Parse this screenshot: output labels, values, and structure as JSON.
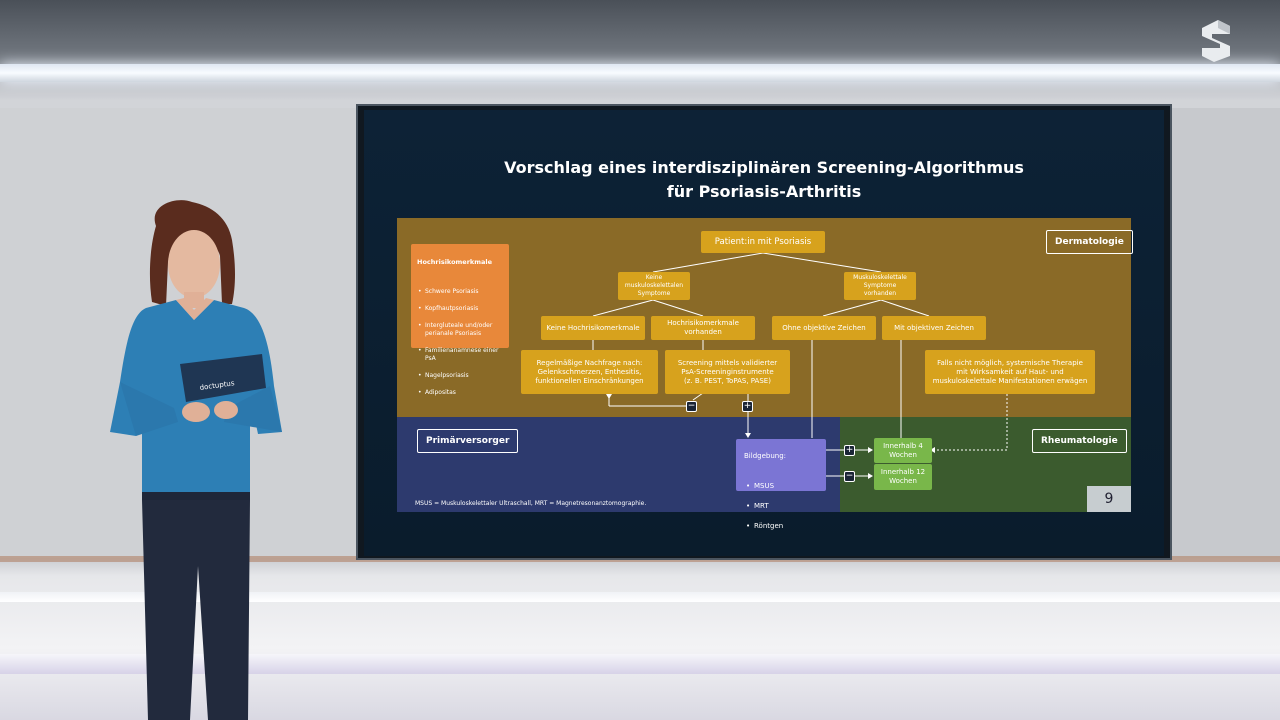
{
  "slide": {
    "title_line1": "Vorschlag eines interdisziplinären Screening-Algorithmus",
    "title_line2": "für Psoriasis-Arthritis",
    "page_number": "9",
    "footnote": "MSUS = Muskuloskelettaler Ultraschall, MRT = Magnetresonanztomographie."
  },
  "zones": {
    "dermatologie": "Dermatologie",
    "primaerversorger": "Primärversorger",
    "rheumatologie": "Rheumatologie"
  },
  "risk_box": {
    "heading": "Hochrisikomerkmale",
    "items": [
      "Schwere Psoriasis",
      "Kopfhautpsoriasis",
      "Intergluteale und/oder perianale Psoriasis",
      "Familienanamnese einer PsA",
      "Nagelpsoriasis",
      "Adipositas"
    ]
  },
  "nodes": {
    "patient": "Patient:in mit Psoriasis",
    "keine_symptome": "Keine\nmuskuloskelettalen\nSymptome",
    "symptome_vorhanden": "Muskuloskelettale\nSymptome\nvorhanden",
    "keine_hochrisiko": "Keine Hochrisikomerkmale",
    "hochrisiko_vorhanden": "Hochrisikomerkmale\nvorhanden",
    "ohne_zeichen": "Ohne objektive Zeichen",
    "mit_zeichen": "Mit objektiven Zeichen",
    "nachfrage": "Regelmäßige Nachfrage nach:\nGelenkschmerzen, Enthesitis,\nfunktionellen Einschränkungen",
    "screening": "Screening mittels validierter\nPsA-Screeninginstrumente\n(z. B. PEST, ToPAS, PASE)",
    "therapie": "Falls nicht möglich, systemische Therapie\nmit Wirksamkeit auf Haut- und\nmuskuloskelettale Manifestationen erwägen",
    "bildgebung_title": "Bildgebung:",
    "bildgebung_items": [
      "MSUS",
      "MRT",
      "Röntgen"
    ],
    "innerhalb_4": "Innerhalb 4\nWochen",
    "innerhalb_12": "Innerhalb 12\nWochen"
  },
  "signs": {
    "minus": "−",
    "plus": "+"
  },
  "card": {
    "text": "doctuptus"
  },
  "colors": {
    "derm_zone": "#8a6a27",
    "primary_zone": "#2d3a6e",
    "rheuma_zone": "#3b5b2e",
    "gold_box": "#d7a21d",
    "orange_box": "#e8883a",
    "purple_box": "#7b75d4",
    "green_box": "#79b74a"
  }
}
